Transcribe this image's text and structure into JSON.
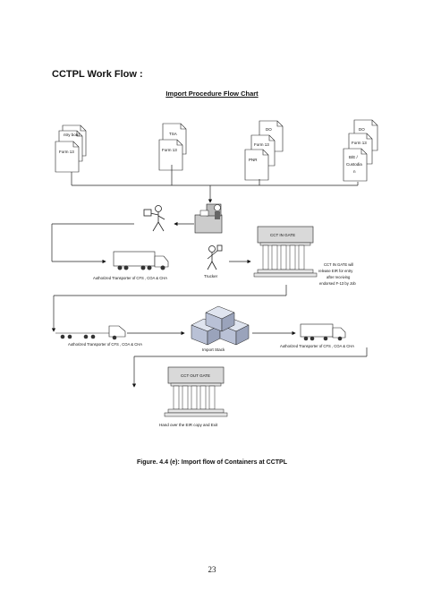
{
  "document": {
    "heading": "CCTPL Work Flow  :",
    "chart_title": "Import Procedure Flow Chart",
    "caption": "Figure. 4.4 (e):  Import flow of Containers at CCTPL",
    "page_number": "23"
  },
  "documents": {
    "group1": [
      "ntry bord",
      "Form 13"
    ],
    "group2": [
      "TSA",
      "Form 13"
    ],
    "group3": [
      "DO",
      "Form 13",
      "PNR"
    ],
    "group4": [
      "DO",
      "Form 13",
      "B/E /",
      "Custodia",
      "n"
    ]
  },
  "labels": {
    "transporter_top": "Authorized Transporter of CFS , COA & CHA",
    "trucker": "Trucker",
    "gate_in_title": "CCT IN GATE",
    "gate_in_note": [
      "CCT IN GATE will",
      "release EIR for entry",
      "after receiving",
      "endorsed F-13 by Job"
    ],
    "transporter_mid_left": "Authorized Transporter of CFS ,  COA & CHA",
    "import_stack": "Import Stack",
    "transporter_mid_right": "Authorized Transporter of CFS ,  COA & CHA",
    "gate_out_title": "CCT OUT GATE",
    "exit_note": "Hand over the EIR copy and  Exit"
  }
}
